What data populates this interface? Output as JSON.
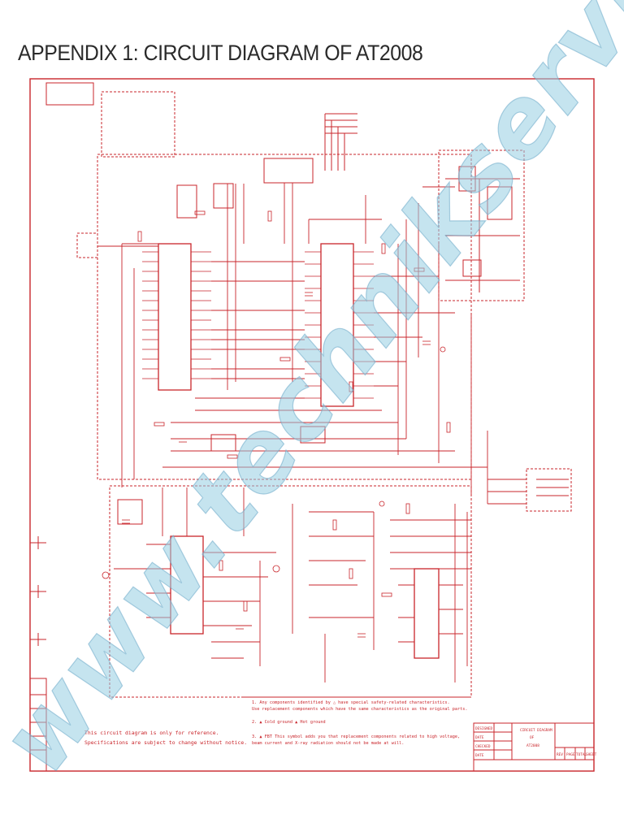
{
  "page": {
    "title": "APPENDIX 1: CIRCUIT DIAGRAM OF AT2008"
  },
  "diagram": {
    "ink_color": "#c9252b",
    "notes": {
      "line1": "1. Any components identified by △ have special safety-related characteristics.",
      "line2": "   Use replacement components which have the same characteristics as the original parts.",
      "line3": "2. ▲ Cold ground   ▲ Hot ground",
      "line4": "3. ▲ FBT This symbol adds you that replacement components related to high voltage,",
      "line5": "   beam current and X-ray radiation should not be made at will."
    },
    "reference": {
      "line1": "This circuit diagram is only for reference.",
      "line2": "Specifications are subject to change without notice."
    },
    "title_block": {
      "title_line1": "CIRCUIT DIAGRAM",
      "title_line2": "OF",
      "title_line3": "AT2008",
      "row_labels": [
        "DESIGNED",
        "DATE",
        "CHECKED",
        "DATE"
      ],
      "footer": [
        "REV",
        "PAGE",
        "TOTAL",
        "SHEET"
      ]
    }
  },
  "watermark": {
    "text": "www.technikservice.com",
    "color": "#96cde1"
  }
}
